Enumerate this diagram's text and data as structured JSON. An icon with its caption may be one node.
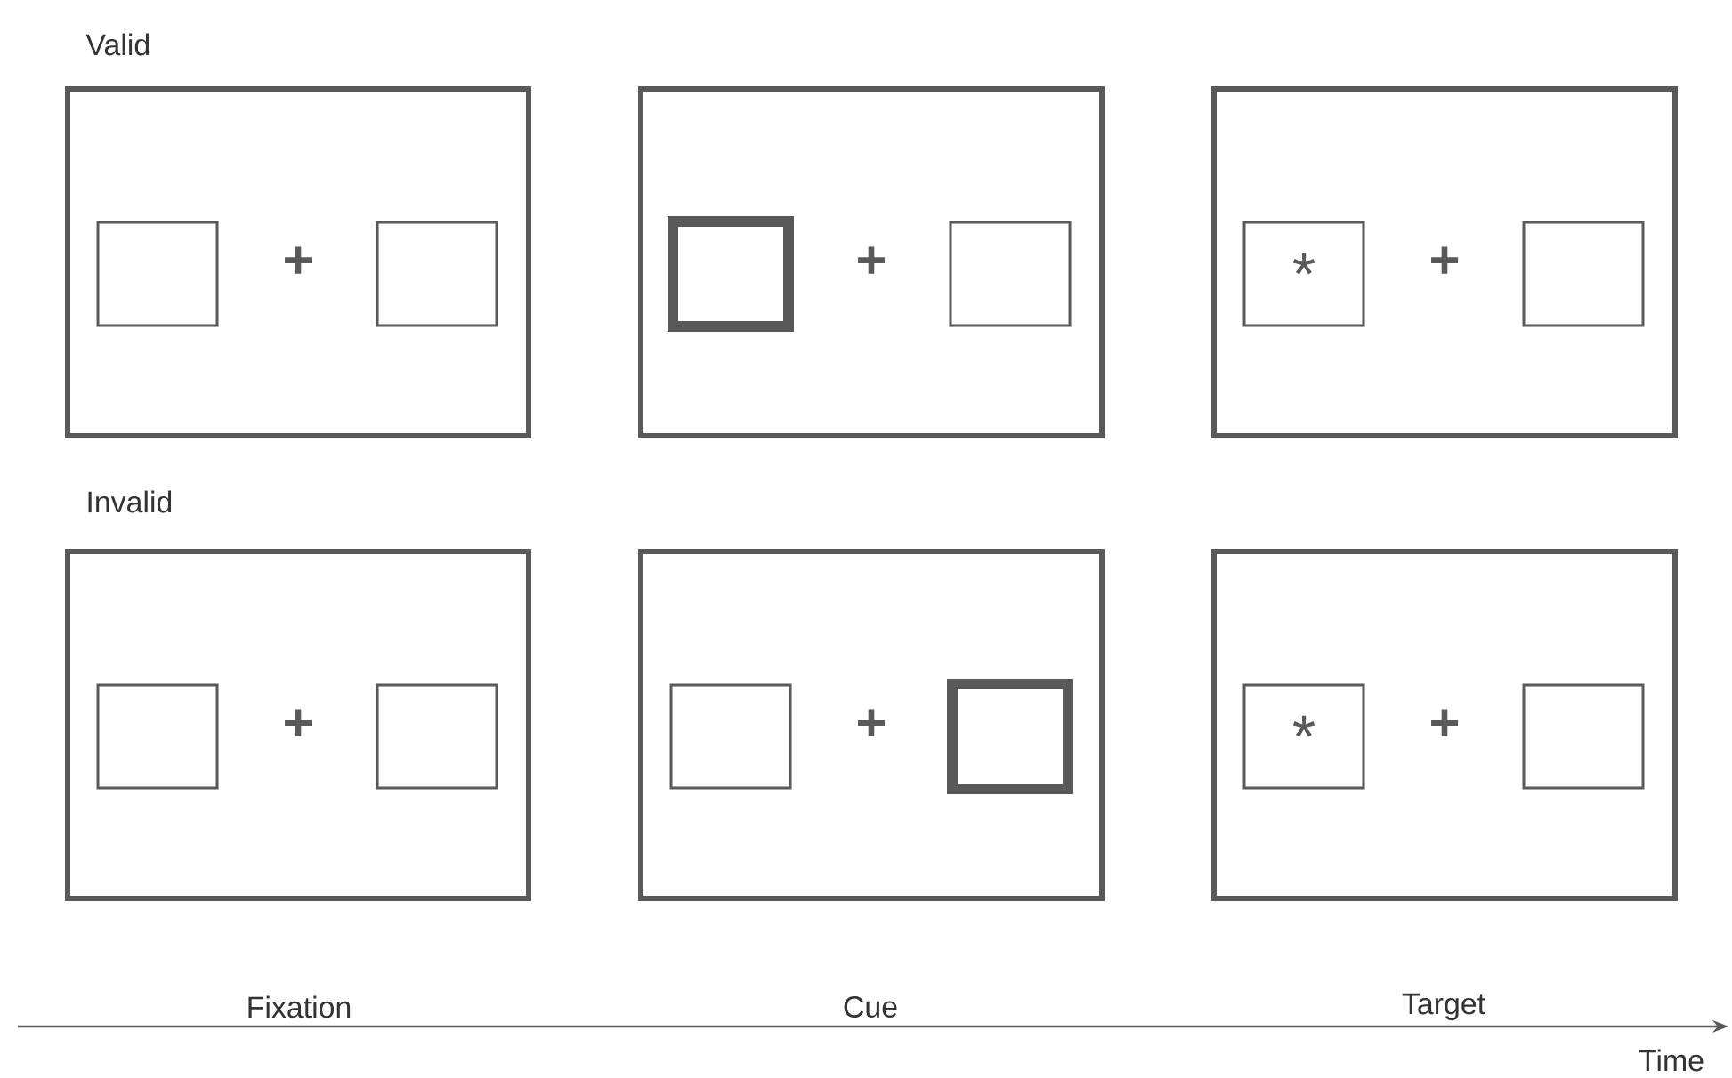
{
  "diagram": {
    "nodes": [
      {
        "text": [
          "+"
        ]
      },
      {
        "text": [],
        "shape": "box",
        "in": 0
      },
      {
        "text": [],
        "shape": "box",
        "in": 0
      },
      {
        "text": [
          "+"
        ]
      },
      {
        "text": [],
        "shape": "box",
        "in": 3
      },
      {
        "text": [],
        "shape": "box",
        "in": 3
      },
      {
        "text": [
          "+"
        ]
      },
      {
        "text": [
          "*"
        ],
        "in": 6
      },
      {
        "text": [],
        "shape": "box",
        "in": 6
      },
      {
        "text": [
          "+"
        ]
      },
      {
        "text": [],
        "shape": "box",
        "in": 9
      },
      {
        "text": [],
        "shape": "box",
        "in": 9
      },
      {
        "text": [
          "+"
        ]
      },
      {
        "text": [],
        "shape": "box",
        "in": 12
      },
      {
        "text": [],
        "shape": "box",
        "in": 12
      },
      {
        "text": [
          "+"
        ]
      },
      {
        "text": [
          "*"
        ],
        "in": 15
      },
      {
        "text": [],
        "shape": "box",
        "in": 15
      }
    ],
    "labels": [
      "Valid",
      "Invalid",
      "Fixation",
      "Cue",
      "Target",
      "Time"
    ]
  }
}
